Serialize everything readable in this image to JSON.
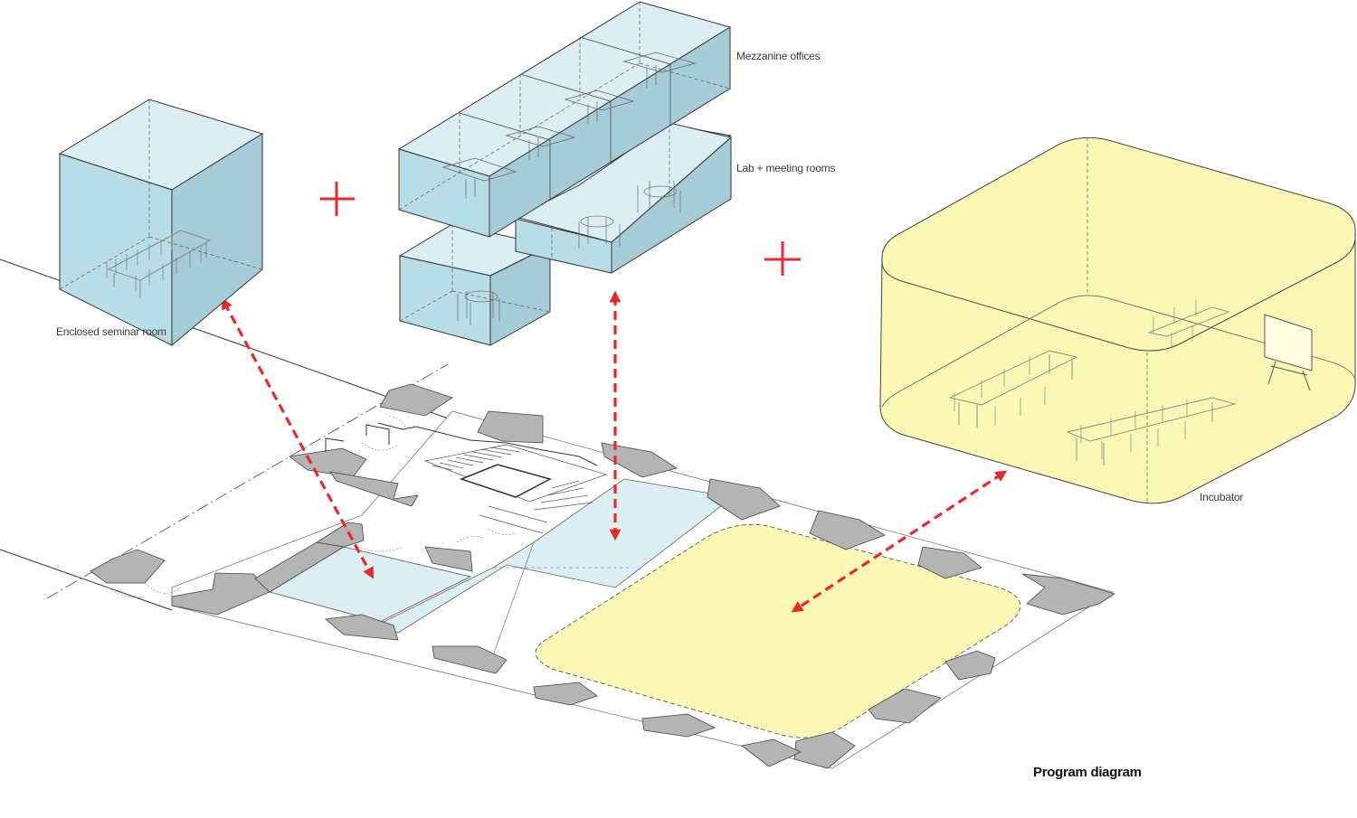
{
  "labels": {
    "mezzanine": "Mezzanine offices",
    "lab": "Lab + meeting rooms",
    "seminar": "Enclosed seminar room",
    "incubator": "Incubator"
  },
  "title": "Program diagram",
  "colors": {
    "blue_top": "#daeef3",
    "blue_side": "#b9dde6",
    "blue_front": "#a5ccd7",
    "yellow": "#fbf7b4",
    "yellow_side": "#f6f0a0",
    "wall": "#b4b4b4",
    "accent_red": "#e8282b"
  },
  "icons": [
    "plus-sign-icon",
    "double-arrow-icon",
    "table-icon",
    "chair-icon",
    "whiteboard-icon"
  ]
}
